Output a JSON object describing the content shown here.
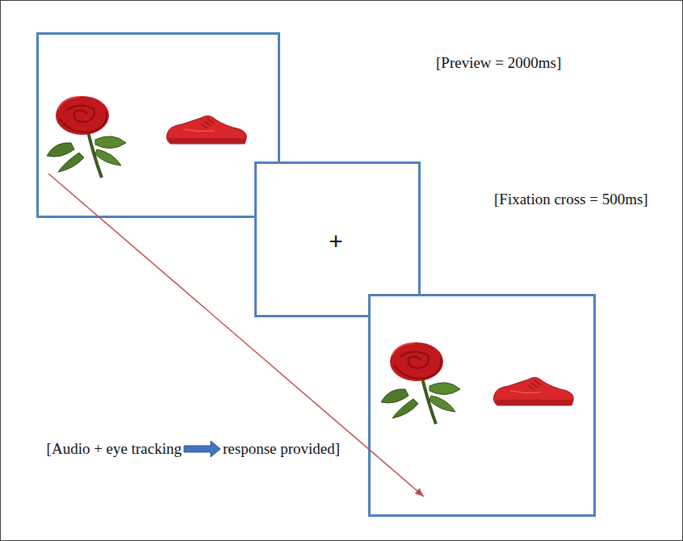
{
  "diagram": {
    "nodes": [
      {
        "text": [
          "[Preview = 2000ms]"
        ]
      },
      {
        "text": [
          "+",
          "[Fixation cross = 500ms]"
        ]
      },
      {
        "text": [
          "[Audio + eye tracking",
          "response provided]"
        ]
      }
    ],
    "edges": [
      {
        "from": 0,
        "to": 2,
        "arrow": "to"
      }
    ]
  }
}
